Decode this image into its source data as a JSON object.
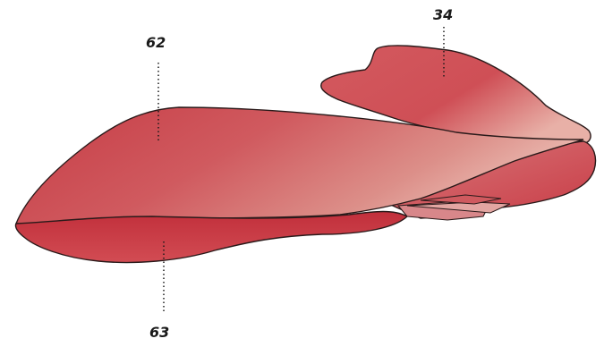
{
  "labels": {
    "part_62": "62",
    "part_34": "34",
    "part_63": "63"
  },
  "colors": {
    "background": "#ffffff",
    "muscle_dark": "#c73a44",
    "muscle_mid": "#d4555c",
    "muscle_light": "#e6a9a3",
    "outline": "#2a1a1a",
    "leader_line": "#1a1a1a"
  }
}
